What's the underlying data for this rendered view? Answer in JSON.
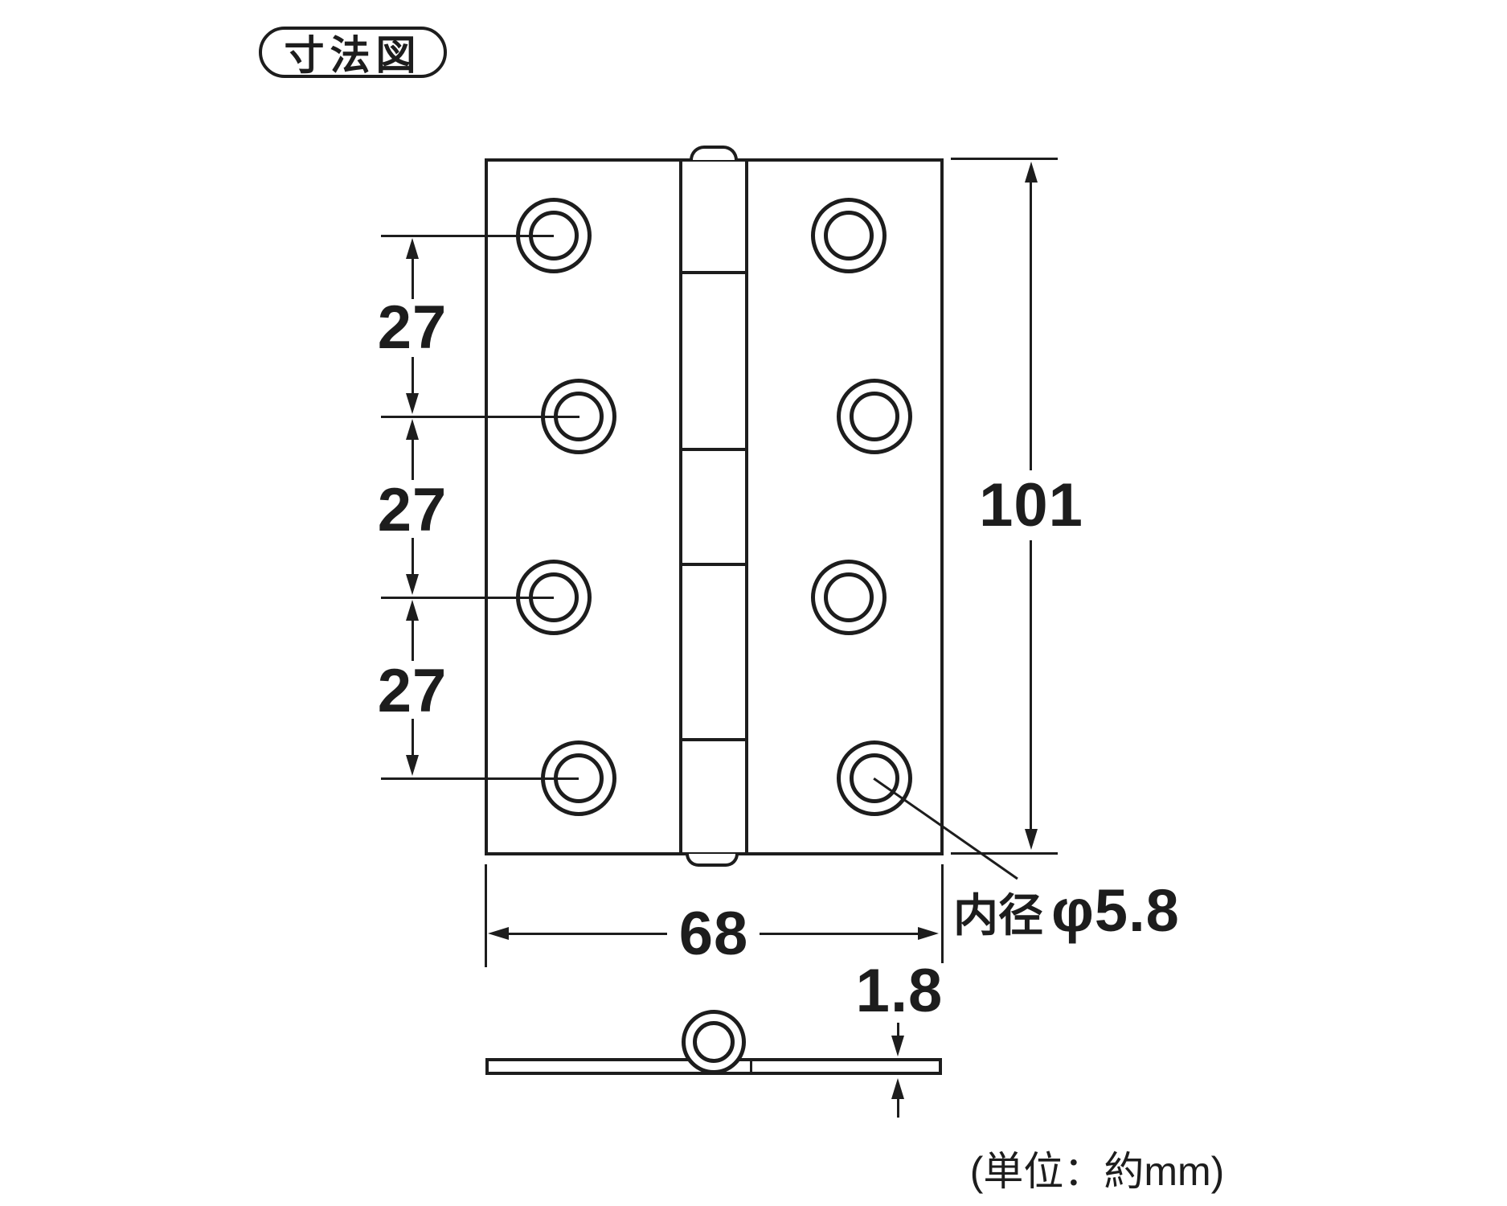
{
  "title_badge": "寸法図",
  "unit_note": "(単位：約mm)",
  "dims": {
    "spacing_labels": [
      "27",
      "27",
      "27"
    ],
    "height_label": "101",
    "width_label": "68",
    "thickness_label": "1.8",
    "hole_prefix": "内径",
    "hole_diameter": "φ5.8"
  },
  "colors": {
    "ink": "#1d1d1d",
    "bg": "#ffffff"
  }
}
